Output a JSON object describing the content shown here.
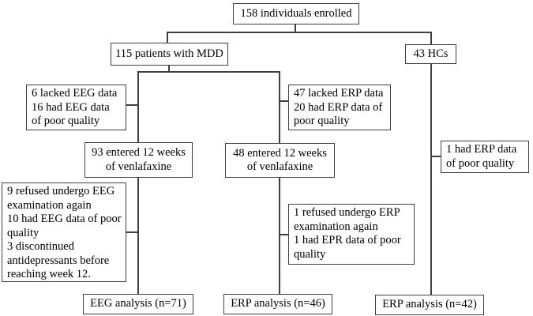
{
  "figure": {
    "background_color": "#ffffff",
    "border_color": "#3f3f3f",
    "text_color": "#000000"
  },
  "nodes": {
    "enrolled": {
      "text": "158 individuals enrolled"
    },
    "mdd": {
      "text": "115 patients with MDD"
    },
    "hcs": {
      "text": "43 HCs"
    },
    "eeg_excl1": {
      "text": "6 lacked EEG data\n16 had EEG data\nof poor quality"
    },
    "erp_excl1": {
      "text": "47 lacked ERP data\n20 had ERP data of\npoor quality"
    },
    "venla93": {
      "text": "93 entered 12 weeks\nof venlafaxine"
    },
    "venla48": {
      "text": "48 entered 12 weeks\nof venlafaxine"
    },
    "hc_excl": {
      "text": "1 had ERP data\nof poor quality"
    },
    "eeg_excl2": {
      "text": "9 refused undergo EEG\nexamination again\n10 had EEG data of poor\nquality\n3 discontinued\nantidepressants before\nreaching week 12."
    },
    "erp_excl2": {
      "text": "1 refused undergo ERP\nexamination again\n1 had EPR data of poor\nquality"
    },
    "eeg_analysis": {
      "text": "EEG analysis (n=71)"
    },
    "erp_analysis46": {
      "text": "ERP analysis (n=46)"
    },
    "erp_analysis42": {
      "text": "ERP analysis (n=42)"
    }
  }
}
